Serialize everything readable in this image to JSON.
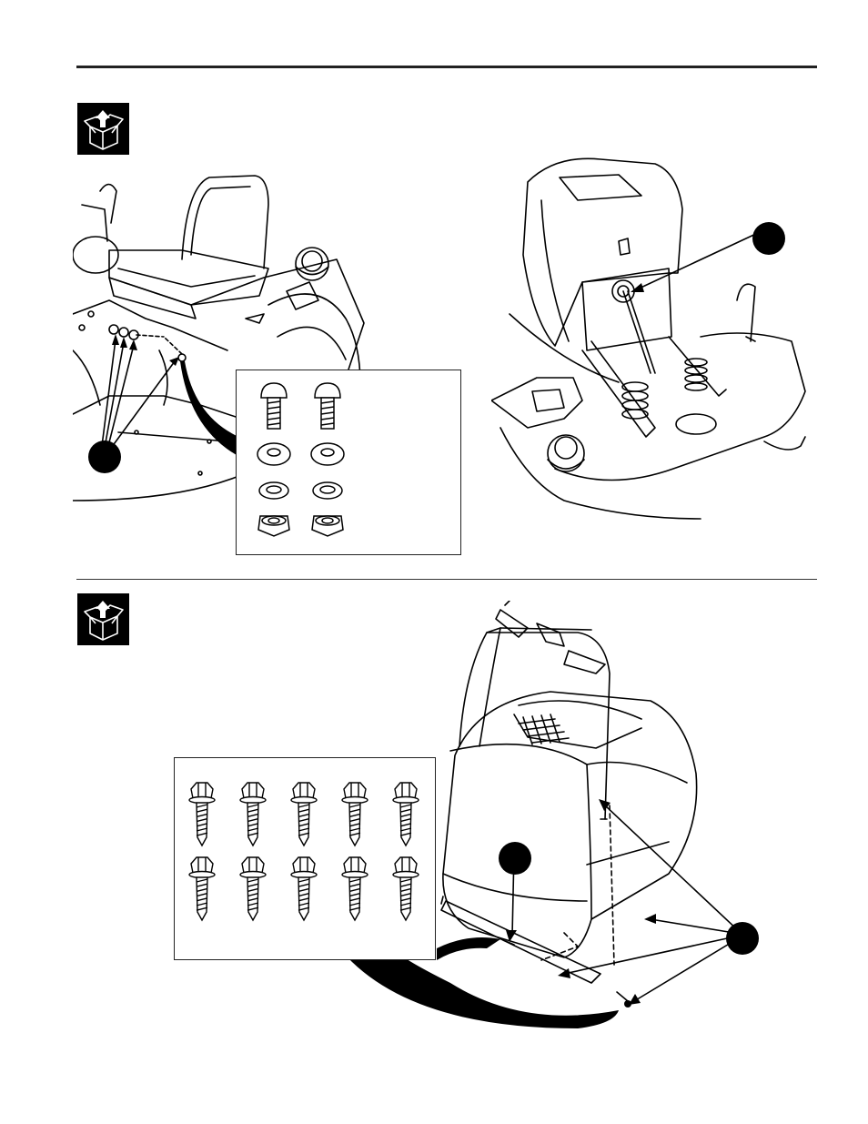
{
  "page": {
    "icons": [
      "box-unpack-icon",
      "box-unpack-icon"
    ],
    "sections": [
      {
        "id": "seat-install",
        "callouts": [
          "seat-hardware-callout",
          "seat-spring-callout"
        ],
        "hardware": {
          "columns": 2,
          "rows": [
            "bolt",
            "spacer",
            "washer",
            "flange-nut"
          ]
        }
      },
      {
        "id": "bagger-install",
        "callouts": [
          "screw-callout",
          "mount-callout"
        ],
        "hardware": {
          "columns": 5,
          "rows": [
            "hex-self-tapping-screw",
            "hex-self-tapping-screw"
          ]
        }
      }
    ]
  }
}
